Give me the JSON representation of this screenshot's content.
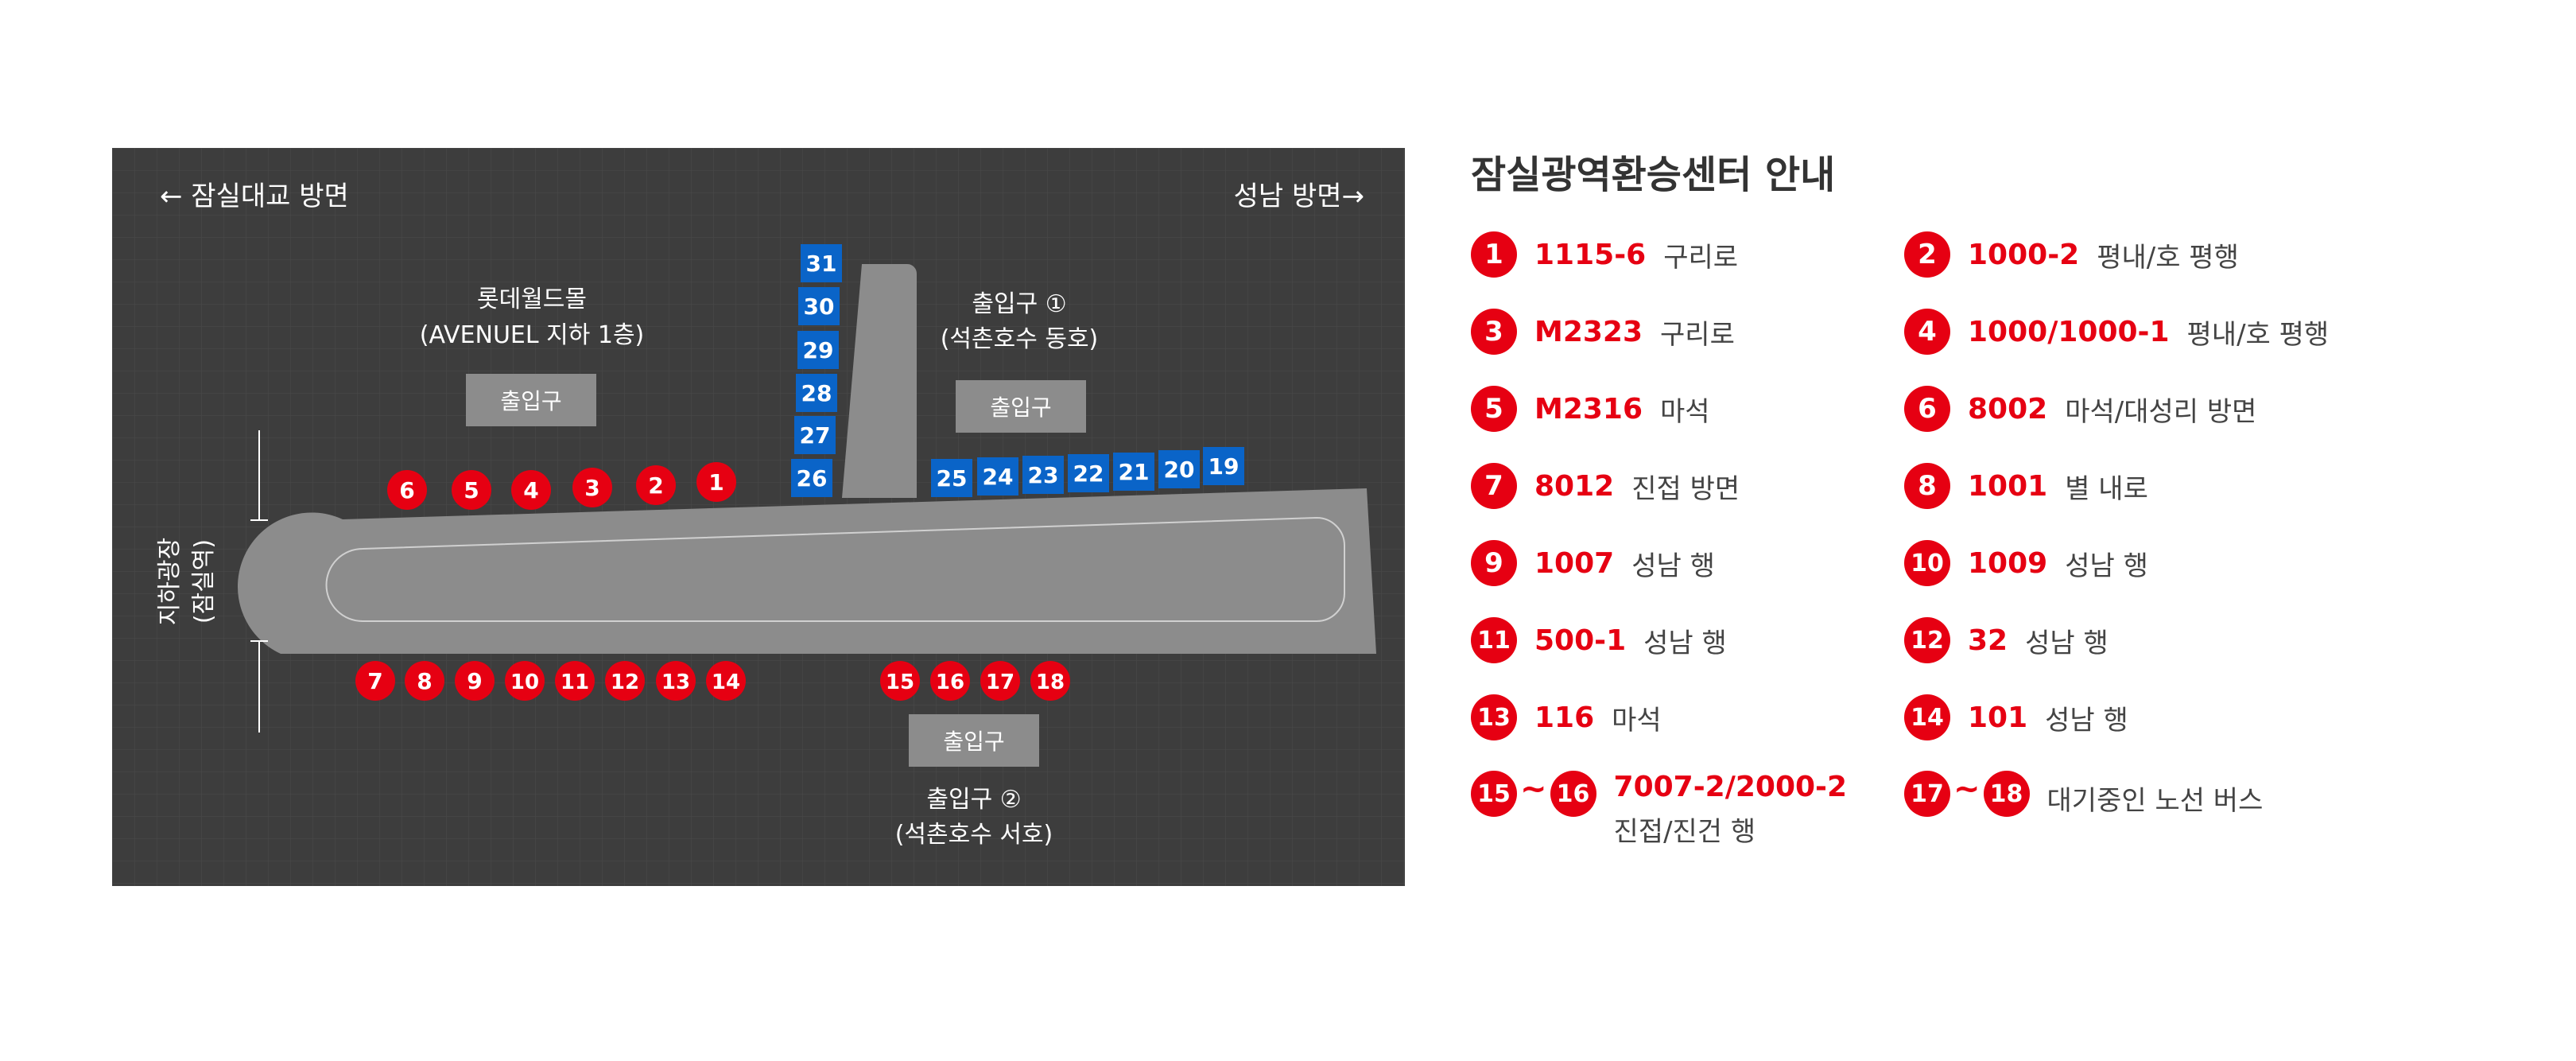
{
  "map": {
    "direction_left": "← 잠실대교 방면",
    "direction_right": "성남 방면→",
    "mall_name": "롯데월드몰",
    "mall_sub": "(AVENUEL 지하 1층)",
    "exit_label": "출입구",
    "exit1_title": "출입구 ①",
    "exit1_sub": "(석촌호수 동호)",
    "exit2_title": "출입구 ②",
    "exit2_sub": "(석촌호수 서호)",
    "plaza_name": "지하광장",
    "plaza_sub": "(잠실역)",
    "colors": {
      "background": "#3d3d3d",
      "road": "#8c8c8c",
      "red_stop": "#e60012",
      "blue_stop": "#0a64c8"
    },
    "red_stops": [
      "1",
      "2",
      "3",
      "4",
      "5",
      "6",
      "7",
      "8",
      "9",
      "10",
      "11",
      "12",
      "13",
      "14",
      "15",
      "16",
      "17",
      "18"
    ],
    "blue_stops": [
      "19",
      "20",
      "21",
      "22",
      "23",
      "24",
      "25",
      "26",
      "27",
      "28",
      "29",
      "30",
      "31"
    ]
  },
  "legend": {
    "title": "잠실광역환승센터 안내",
    "items": [
      {
        "stop": "1",
        "code": "1115-6",
        "dest": "구리로"
      },
      {
        "stop": "2",
        "code": "1000-2",
        "dest": "평내/호 평행"
      },
      {
        "stop": "3",
        "code": "M2323",
        "dest": "구리로"
      },
      {
        "stop": "4",
        "code": "1000/1000-1",
        "dest": "평내/호 평행"
      },
      {
        "stop": "5",
        "code": "M2316",
        "dest": "마석"
      },
      {
        "stop": "6",
        "code": "8002",
        "dest": "마석/대성리 방면"
      },
      {
        "stop": "7",
        "code": "8012",
        "dest": "진접 방면"
      },
      {
        "stop": "8",
        "code": "1001",
        "dest": "별 내로"
      },
      {
        "stop": "9",
        "code": "1007",
        "dest": "성남 행"
      },
      {
        "stop": "10",
        "code": "1009",
        "dest": "성남 행"
      },
      {
        "stop": "11",
        "code": "500-1",
        "dest": "성남 행"
      },
      {
        "stop": "12",
        "code": "32",
        "dest": "성남 행"
      },
      {
        "stop": "13",
        "code": "116",
        "dest": "마석"
      },
      {
        "stop": "14",
        "code": "101",
        "dest": "성남 행"
      }
    ],
    "range_items": [
      {
        "from": "15",
        "tilde": "~",
        "to": "16",
        "code": "7007-2/2000-2",
        "dest": "진접/진건 행"
      },
      {
        "from": "17",
        "tilde": "~",
        "to": "18",
        "code": "",
        "dest": "대기중인 노선 버스"
      }
    ]
  }
}
